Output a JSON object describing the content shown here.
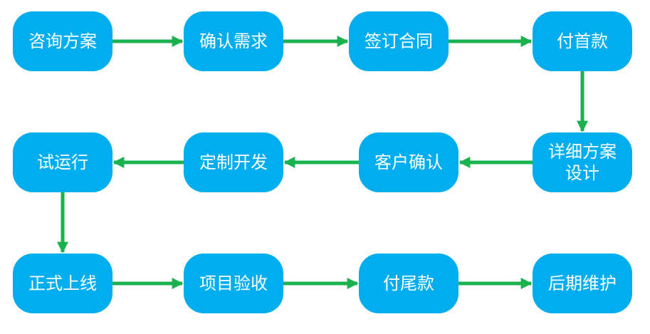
{
  "colors": {
    "node_fill": "#00aeef",
    "node_text": "#ffffff",
    "arrow": "#1ab24c"
  },
  "steps": [
    {
      "label": "咨询方案"
    },
    {
      "label": "确认需求"
    },
    {
      "label": "签订合同"
    },
    {
      "label": "付首款"
    },
    {
      "label": "详细方案\n设计"
    },
    {
      "label": "客户确认"
    },
    {
      "label": "定制开发"
    },
    {
      "label": "试运行"
    },
    {
      "label": "正式上线"
    },
    {
      "label": "项目验收"
    },
    {
      "label": "付尾款"
    },
    {
      "label": "后期维护"
    }
  ],
  "connections": [
    {
      "from": 0,
      "to": 1
    },
    {
      "from": 1,
      "to": 2
    },
    {
      "from": 2,
      "to": 3
    },
    {
      "from": 3,
      "to": 4
    },
    {
      "from": 4,
      "to": 5
    },
    {
      "from": 5,
      "to": 6
    },
    {
      "from": 6,
      "to": 7
    },
    {
      "from": 7,
      "to": 8
    },
    {
      "from": 8,
      "to": 9
    },
    {
      "from": 9,
      "to": 10
    },
    {
      "from": 10,
      "to": 11
    }
  ]
}
